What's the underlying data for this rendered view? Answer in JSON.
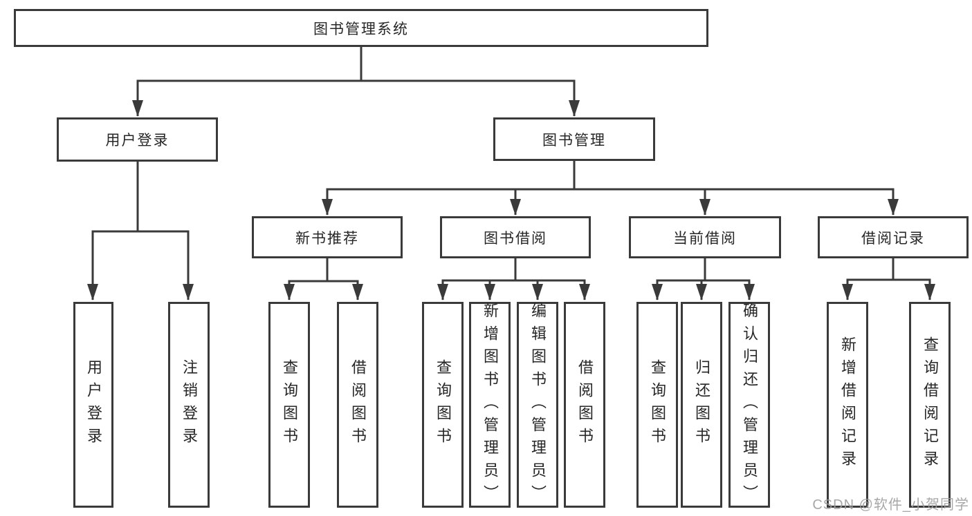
{
  "diagram": {
    "root": {
      "label": "图书管理系统"
    },
    "branches": [
      {
        "label": "用户登录",
        "children": [
          {
            "label": "用户登录"
          },
          {
            "label": "注销登录"
          }
        ]
      },
      {
        "label": "图书管理",
        "children": [
          {
            "label": "新书推荐",
            "children": [
              {
                "label": "查询图书"
              },
              {
                "label": "借阅图书"
              }
            ]
          },
          {
            "label": "图书借阅",
            "children": [
              {
                "label": "查询图书"
              },
              {
                "label": "新增图书（管理员）"
              },
              {
                "label": "编辑图书（管理员）"
              },
              {
                "label": "借阅图书"
              }
            ]
          },
          {
            "label": "当前借阅",
            "children": [
              {
                "label": "查询图书"
              },
              {
                "label": "归还图书"
              },
              {
                "label": "确认归还（管理员）"
              }
            ]
          },
          {
            "label": "借阅记录",
            "children": [
              {
                "label": "新增借阅记录"
              },
              {
                "label": "查询借阅记录"
              }
            ]
          }
        ]
      }
    ]
  },
  "watermark": {
    "text": "CSDN @软件_小贺同学"
  },
  "colors": {
    "line": "#3a3a3a",
    "box_border": "#3a3a3a",
    "box_fill": "#ffffff",
    "text": "#262626",
    "watermark": "#9e9e9e",
    "background": "#ffffff"
  }
}
